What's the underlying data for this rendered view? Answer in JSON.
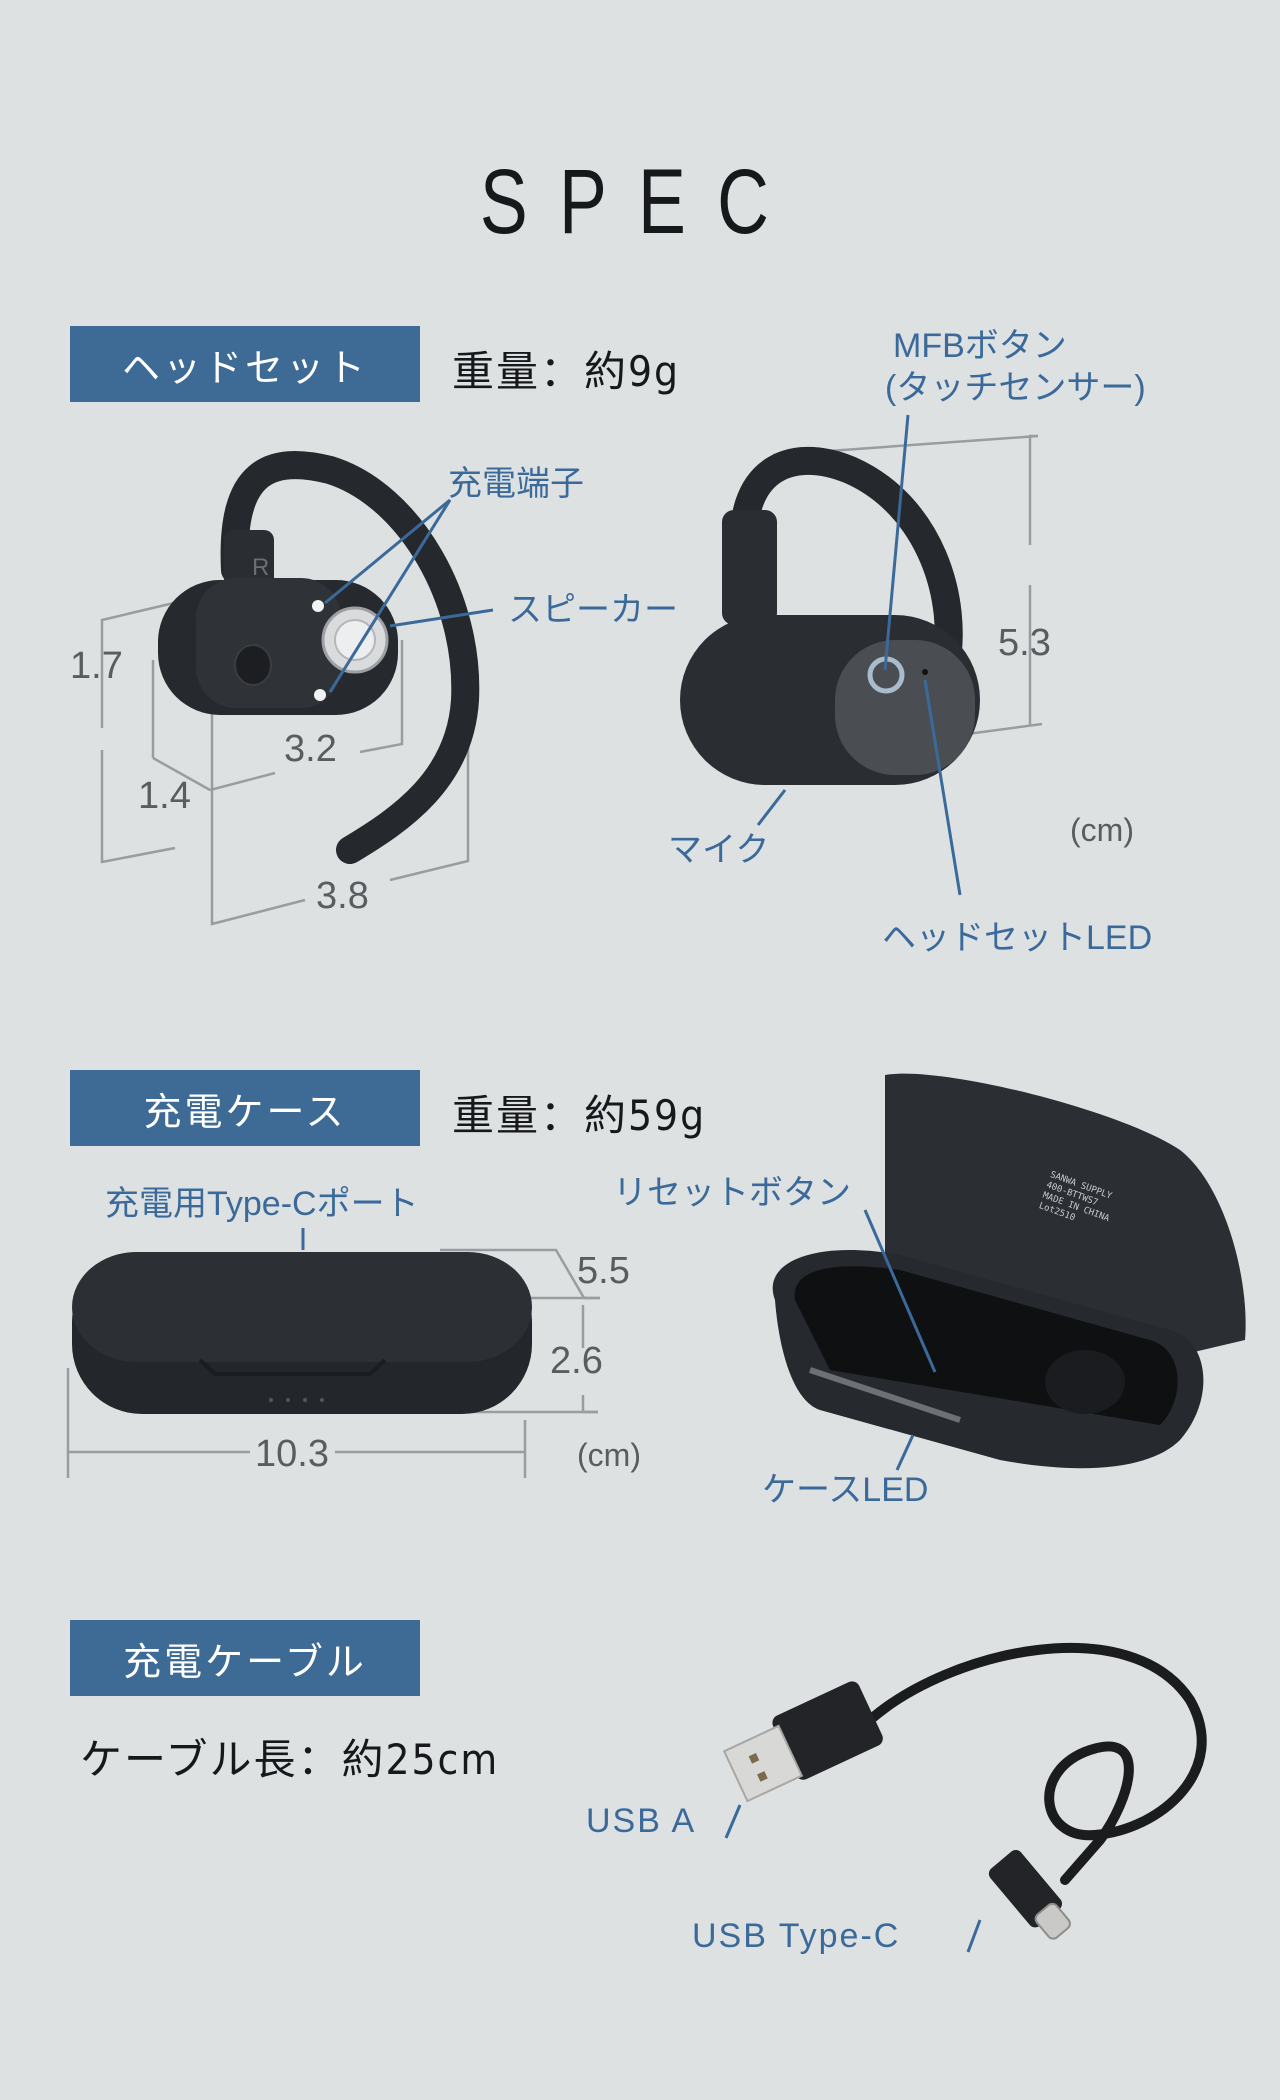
{
  "title": "SPEC",
  "colors": {
    "background": "#dde1e2",
    "section_label_bg": "#3e6a96",
    "callout_blue": "#3b6a9a",
    "dimension_gray": "#5a5d60",
    "product_black": "#1f2226"
  },
  "headset": {
    "section_label": "ヘッドセット",
    "weight": "重量：約9g",
    "callouts": {
      "charging_terminal": "充電端子",
      "speaker": "スピーカー",
      "mfb_line1": "MFBボタン",
      "mfb_line2": "(タッチセンサー)",
      "mic": "マイク",
      "led": "ヘッドセットLED"
    },
    "side_marking": "R",
    "dimensions": {
      "height_body": "1.7",
      "depth": "1.4",
      "width_body": "3.2",
      "width_total": "3.8",
      "height_total": "5.3",
      "unit": "(cm)"
    }
  },
  "case": {
    "section_label": "充電ケース",
    "weight": "重量：約59g",
    "callouts": {
      "port": "充電用Type-Cポート",
      "reset": "リセットボタン",
      "led": "ケースLED"
    },
    "lid_print": {
      "brand": "SANWA SUPPLY",
      "model": "400-BTTWS7",
      "origin": "MADE IN CHINA",
      "lot": "Lot2510"
    },
    "dimensions": {
      "depth": "5.5",
      "height": "2.6",
      "width": "10.3",
      "unit": "(cm)"
    }
  },
  "cable": {
    "section_label": "充電ケーブル",
    "length": "ケーブル長：約25cm",
    "callouts": {
      "usb_a": "USB A",
      "usb_c": "USB Type-C"
    }
  }
}
